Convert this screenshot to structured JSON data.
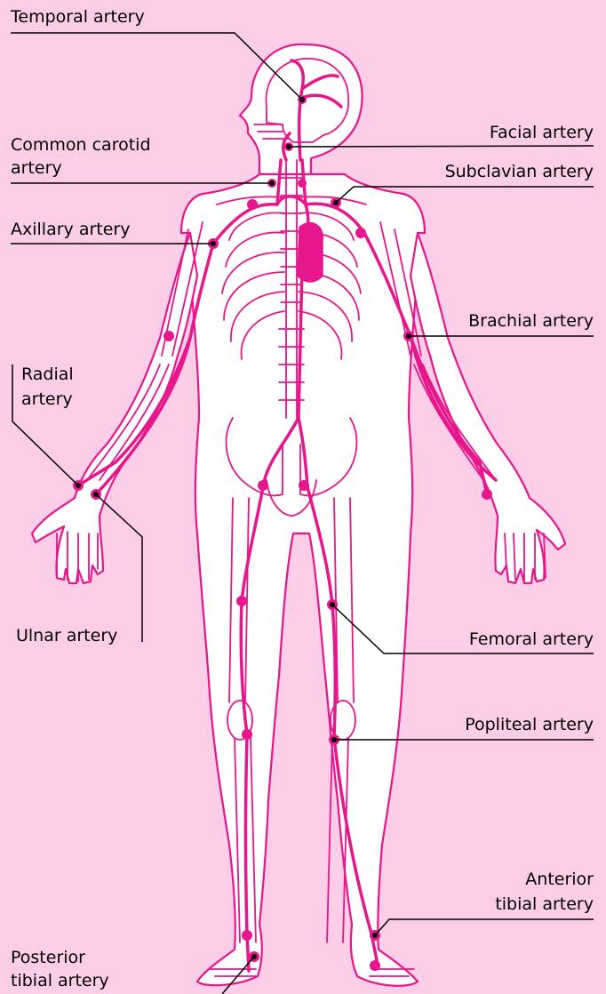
{
  "colors": {
    "background": "#fccde7",
    "artery": "#e6168c",
    "outline": "#e6168c",
    "leader_line": "#000000",
    "pulse_dot": "#e6168c"
  },
  "labels": {
    "temporal": "Temporal artery",
    "facial": "Facial artery",
    "common_carotid_line1": "Common carotid",
    "common_carotid_line2": "artery",
    "subclavian": "Subclavian artery",
    "axillary": "Axillary artery",
    "brachial": "Brachial artery",
    "radial_line1": "Radial",
    "radial_line2": "artery",
    "ulnar": "Ulnar artery",
    "femoral": "Femoral artery",
    "popliteal": "Popliteal artery",
    "anterior_tibial_line1": "Anterior",
    "anterior_tibial_line2": "tibial artery",
    "posterior_tibial_line1": "Posterior",
    "posterior_tibial_line2": "tibial artery"
  }
}
